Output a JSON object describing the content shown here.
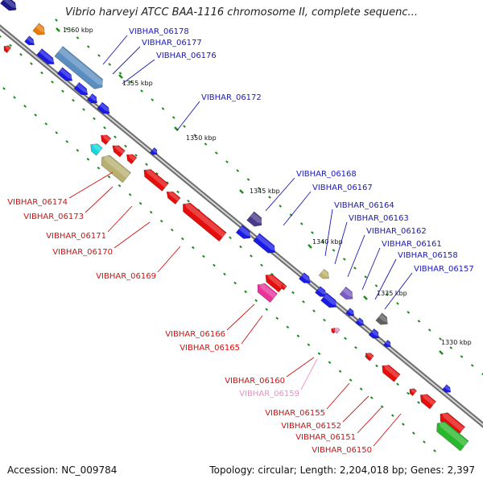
{
  "title": "Vibrio harveyi ATCC BAA-1116 chromosome II, complete sequenc...",
  "footer": {
    "accession": "Accession: NC_009784",
    "summary": "Topology: circular; Length: 2,204,018 bp; Genes: 2,397"
  },
  "colors": {
    "forward_gene": "#1a1ae6",
    "reverse_gene": "#e60d0d",
    "forward_label": "#1a1ab4",
    "reverse_label": "#d21010",
    "pseudo_label": "#f08cc0",
    "scale_tick": "#1a8a1a",
    "backbone": "#8a8a8a"
  },
  "ticks": [
    "1360 kbp",
    "1355 kbp",
    "1350 kbp",
    "1345 kbp",
    "1340 kbp",
    "1335 kbp",
    "1330 kbp"
  ],
  "forward_labels": [
    "VIBHAR_06178",
    "VIBHAR_06177",
    "VIBHAR_06176",
    "VIBHAR_06172",
    "VIBHAR_06168",
    "VIBHAR_06167",
    "VIBHAR_06164",
    "VIBHAR_06163",
    "VIBHAR_06162",
    "VIBHAR_06161",
    "VIBHAR_06158",
    "VIBHAR_06157"
  ],
  "reverse_labels": [
    "VIBHAR_06174",
    "VIBHAR_06173",
    "VIBHAR_06171",
    "VIBHAR_06170",
    "VIBHAR_06169",
    "VIBHAR_06166",
    "VIBHAR_06165",
    "VIBHAR_06160",
    "VIBHAR_06159",
    "VIBHAR_06155",
    "VIBHAR_06152",
    "VIBHAR_06151",
    "VIBHAR_06150"
  ]
}
